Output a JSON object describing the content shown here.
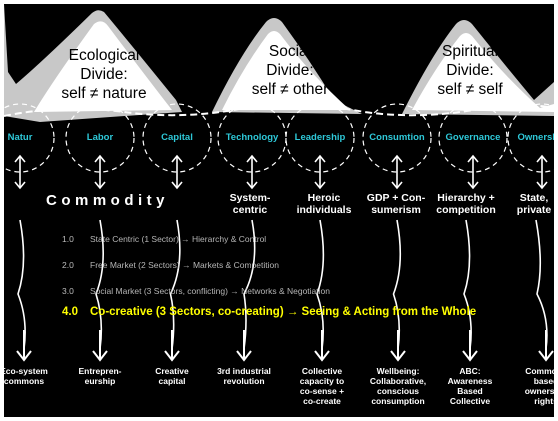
{
  "divides": [
    {
      "lines": [
        "Ecological",
        "Divide:",
        "self ≠ nature"
      ]
    },
    {
      "lines": [
        "Social",
        "Divide:",
        "self ≠ other"
      ]
    },
    {
      "lines": [
        "Spiritual",
        "Divide:",
        "self ≠ self"
      ]
    }
  ],
  "nodes": [
    "Natur",
    "Labor",
    "Capital",
    "Technology",
    "Leadership",
    "Consumtion",
    "Governance",
    "Ownership"
  ],
  "commodity": "Commodity",
  "middle_labels": [
    {
      "lines": [
        "System-",
        "centric"
      ]
    },
    {
      "lines": [
        "Heroic",
        "individuals"
      ]
    },
    {
      "lines": [
        "GDP + Con-",
        "sumerism"
      ]
    },
    {
      "lines": [
        "Hierarchy +",
        "competition"
      ]
    },
    {
      "lines": [
        "State,",
        "private"
      ]
    }
  ],
  "stages": [
    {
      "number": "1.0",
      "text": "State Centric (1 Sector) → Hierarchy & Control"
    },
    {
      "number": "2.0",
      "text": "Free Market (2 Sectors) → Markets & Competition"
    },
    {
      "number": "3.0",
      "text": "Social Market (3 Sectors, conflicting) → Networks & Negotiation"
    }
  ],
  "cocreative": {
    "number": "4.0",
    "text": "Co-creative (3 Sectors, co-creating) → Seeing & Acting from the Whole"
  },
  "outcomes": [
    {
      "lines": [
        "Eco-system",
        "commons"
      ]
    },
    {
      "lines": [
        "Entrepren-",
        "eurship"
      ]
    },
    {
      "lines": [
        "Creative",
        "capital"
      ]
    },
    {
      "lines": [
        "3rd industrial",
        "revolution"
      ]
    },
    {
      "lines": [
        "Collective",
        "capacity to",
        "co-sense +",
        "co-create"
      ]
    },
    {
      "lines": [
        "Wellbeing:",
        "Collaborative,",
        "conscious",
        "consumption"
      ]
    },
    {
      "lines": [
        "ABC:",
        "Awareness",
        "Based",
        "Collective"
      ]
    },
    {
      "lines": [
        "Commons",
        "based",
        "ownership",
        "rights"
      ]
    }
  ],
  "colors": {
    "background": "#000000",
    "mountain": "#c8c8c8",
    "node_text": "#2ec8d8",
    "highlight": "#ffff00",
    "text": "#ffffff"
  }
}
